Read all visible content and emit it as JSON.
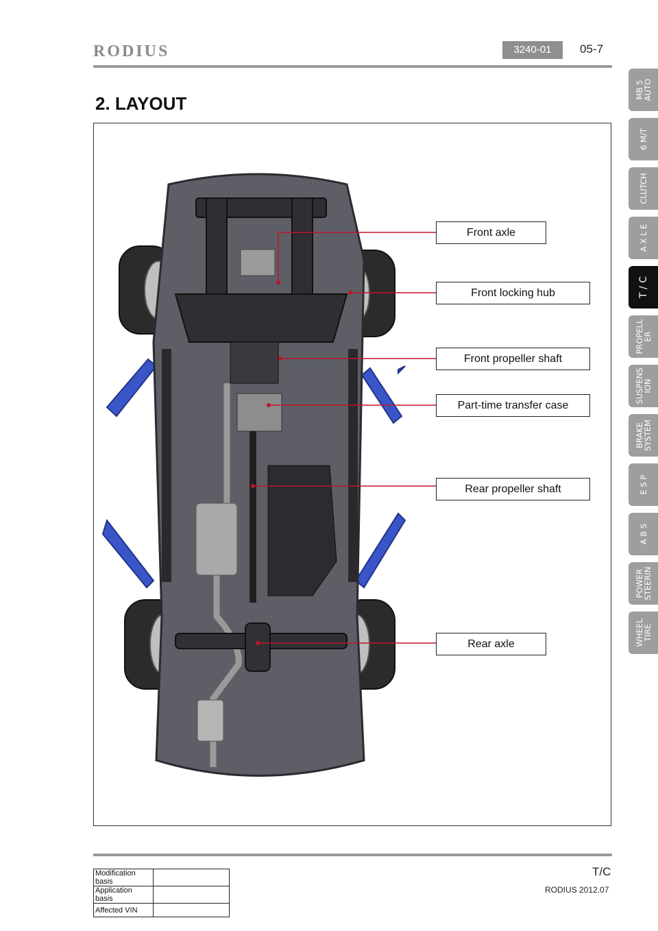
{
  "header": {
    "logo_text": "RODIUS",
    "section_code": "3240-01",
    "page_number": "05-7"
  },
  "section_title": "2. LAYOUT",
  "figure": {
    "callouts": [
      {
        "label": "Front axle"
      },
      {
        "label": "Front locking hub"
      },
      {
        "label": "Front propeller shaft"
      },
      {
        "label": "Part-time transfer case"
      },
      {
        "label": "Rear propeller shaft"
      },
      {
        "label": "Rear axle"
      }
    ],
    "leader_color": "#c0142c"
  },
  "side_tabs": [
    {
      "label": "MB 5\nAUTO",
      "active": false
    },
    {
      "label": "6 M/T",
      "active": false
    },
    {
      "label": "CLUTCH",
      "active": false
    },
    {
      "label": "A X L E",
      "active": false
    },
    {
      "label": "T / C",
      "active": true
    },
    {
      "label": "PROPELL\nER",
      "active": false
    },
    {
      "label": "SUSPENS\nION",
      "active": false
    },
    {
      "label": "BRAKE\nSYSTEM",
      "active": false
    },
    {
      "label": "E S P",
      "active": false
    },
    {
      "label": "A B S",
      "active": false
    },
    {
      "label": "POWER\nSTEERIN",
      "active": false
    },
    {
      "label": "WHEEL\nTIRE",
      "active": false
    }
  ],
  "footer": {
    "section": "T/C",
    "model_date": "RODIUS 2012.07",
    "modification_table": [
      {
        "label": "Modification basis",
        "value": ""
      },
      {
        "label": "Application basis",
        "value": ""
      },
      {
        "label": "Affected VIN",
        "value": ""
      }
    ]
  }
}
